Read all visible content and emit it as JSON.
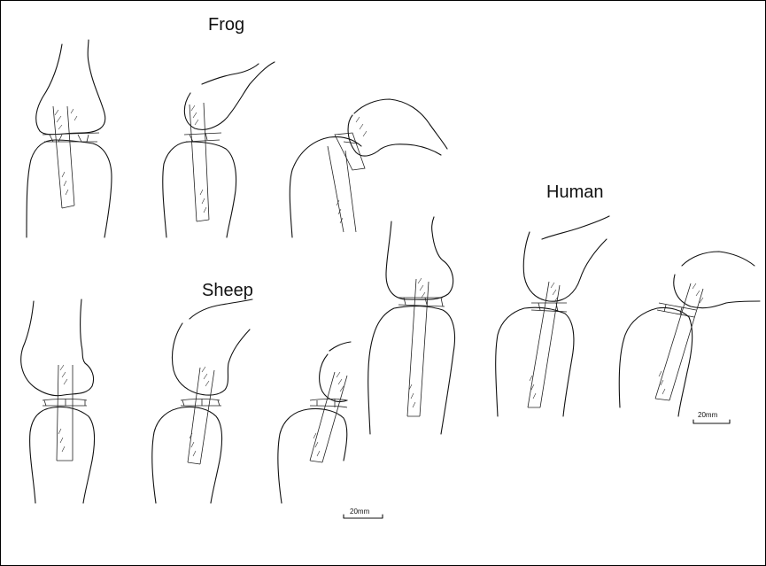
{
  "labels": {
    "frog": "Frog",
    "human": "Human",
    "sheep": "Sheep"
  },
  "scale_bars": {
    "human": "20mm",
    "sheep": "20mm"
  },
  "colors": {
    "ink": "#111111",
    "background": "#ffffff"
  }
}
